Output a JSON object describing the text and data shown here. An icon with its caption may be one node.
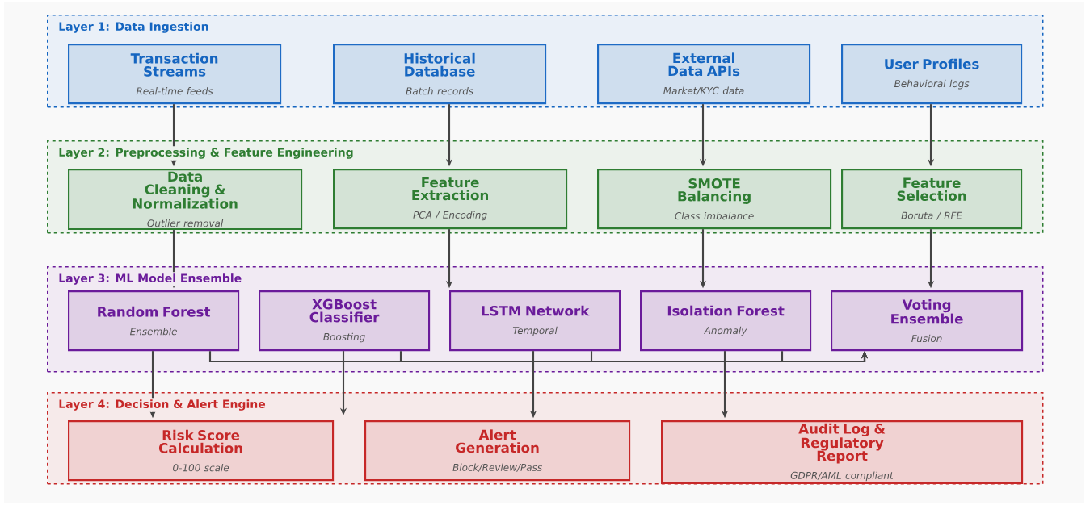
{
  "diagram": {
    "nodes": [
      {
        "text": [
          "Layer 1: Data Ingestion"
        ]
      },
      {
        "text": [
          "Transaction Streams",
          "*Real-time feeds*"
        ],
        "in": 0
      },
      {
        "text": [
          "Historical Database",
          "*Batch records*"
        ],
        "in": 0
      },
      {
        "text": [
          "External Data APIs",
          "*Market/KYC data*"
        ],
        "in": 0
      },
      {
        "text": [
          "User Profiles",
          "*Behavioral logs*"
        ],
        "in": 0
      },
      {
        "text": [
          "Layer 2: Preprocessing & Feature Engineering"
        ]
      },
      {
        "text": [
          "Data Cleaning & Normalization",
          "*Outlier removal*"
        ],
        "in": 5
      },
      {
        "text": [
          "Feature Extraction",
          "*PCA / Encoding*"
        ],
        "in": 5
      },
      {
        "text": [
          "SMOTE Balancing",
          "*Class imbalance*"
        ],
        "in": 5
      },
      {
        "text": [
          "Feature Selection",
          "*Boruta / RFE*"
        ],
        "in": 5
      },
      {
        "text": [
          "Layer 3: ML Model Ensemble"
        ]
      },
      {
        "text": [
          "Random Forest",
          "*Ensemble*"
        ],
        "in": 10
      },
      {
        "text": [
          "XGBoost Classifier",
          "*Boosting*"
        ],
        "in": 10
      },
      {
        "text": [
          "LSTM Network",
          "*Temporal*"
        ],
        "in": 10
      },
      {
        "text": [
          "Isolation Forest",
          "*Anomaly*"
        ],
        "in": 10
      },
      {
        "text": [
          "Voting Ensemble",
          "*Fusion*"
        ],
        "in": 10
      },
      {
        "text": [
          "Layer 4: Decision & Alert Engine"
        ]
      },
      {
        "text": [
          "Risk Score Calculation",
          "*0-100 scale*"
        ],
        "in": 16
      },
      {
        "text": [
          "Alert Generation",
          "*Block/Review/Pass*"
        ],
        "in": 16
      },
      {
        "text": [
          "Audit Log & Regulatory Report",
          "*GDPR/AML compliant*"
        ],
        "in": 16
      }
    ],
    "edges": [
      {
        "from": 1,
        "to": 6,
        "arrow": "to"
      },
      {
        "from": 2,
        "to": 7,
        "arrow": "to"
      },
      {
        "from": 3,
        "to": 8,
        "arrow": "to"
      },
      {
        "from": 4,
        "to": 9,
        "arrow": "to"
      },
      {
        "from": 6,
        "to": 11,
        "arrow": "to"
      },
      {
        "from": 7,
        "to": 13,
        "arrow": "to"
      },
      {
        "from": 8,
        "to": 14,
        "arrow": "to"
      },
      {
        "from": 9,
        "to": 15,
        "arrow": "to"
      },
      {
        "from": 11,
        "to": 15,
        "arrow": "to"
      },
      {
        "from": 12,
        "to": 15,
        "arrow": "to"
      },
      {
        "from": 13,
        "to": 15,
        "arrow": "to"
      },
      {
        "from": 14,
        "to": 15,
        "arrow": "to"
      },
      {
        "from": 11,
        "to": 17,
        "arrow": "to"
      },
      {
        "from": 12,
        "to": null,
        "arrow": "to"
      },
      {
        "from": 13,
        "to": 18,
        "arrow": "to"
      },
      {
        "from": 14,
        "to": 19,
        "arrow": "to"
      }
    ]
  }
}
